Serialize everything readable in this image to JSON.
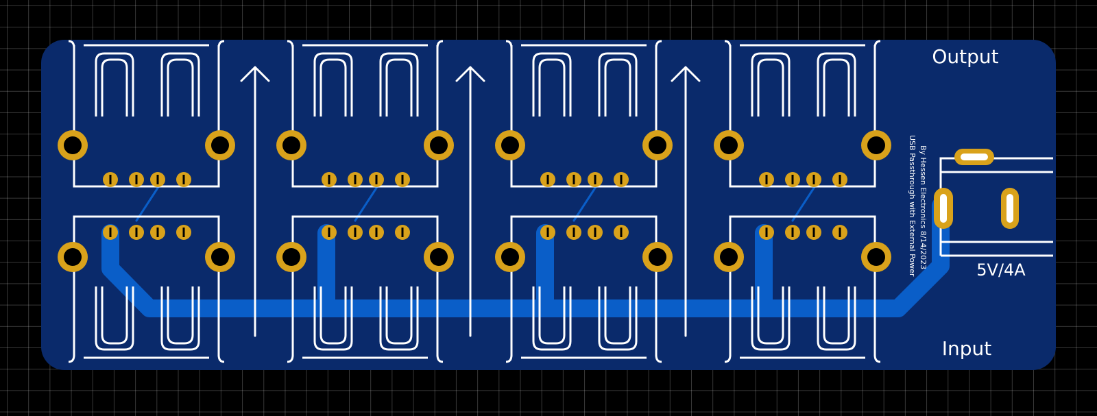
{
  "labels": {
    "output": "Output",
    "input": "Input",
    "power_rating": "5V/4A",
    "credit_line": "By Hessen Electronics 8/14/2023",
    "description_line": "USB Passthrough with External Power"
  },
  "colors": {
    "background": "#000000",
    "board": "#0a2a6b",
    "trace": "#0a5ec8",
    "pad": "#d9a21b",
    "silkscreen": "#ffffff"
  },
  "board": {
    "port_columns": 4,
    "ports_per_column": 2,
    "flow_direction": "up"
  }
}
